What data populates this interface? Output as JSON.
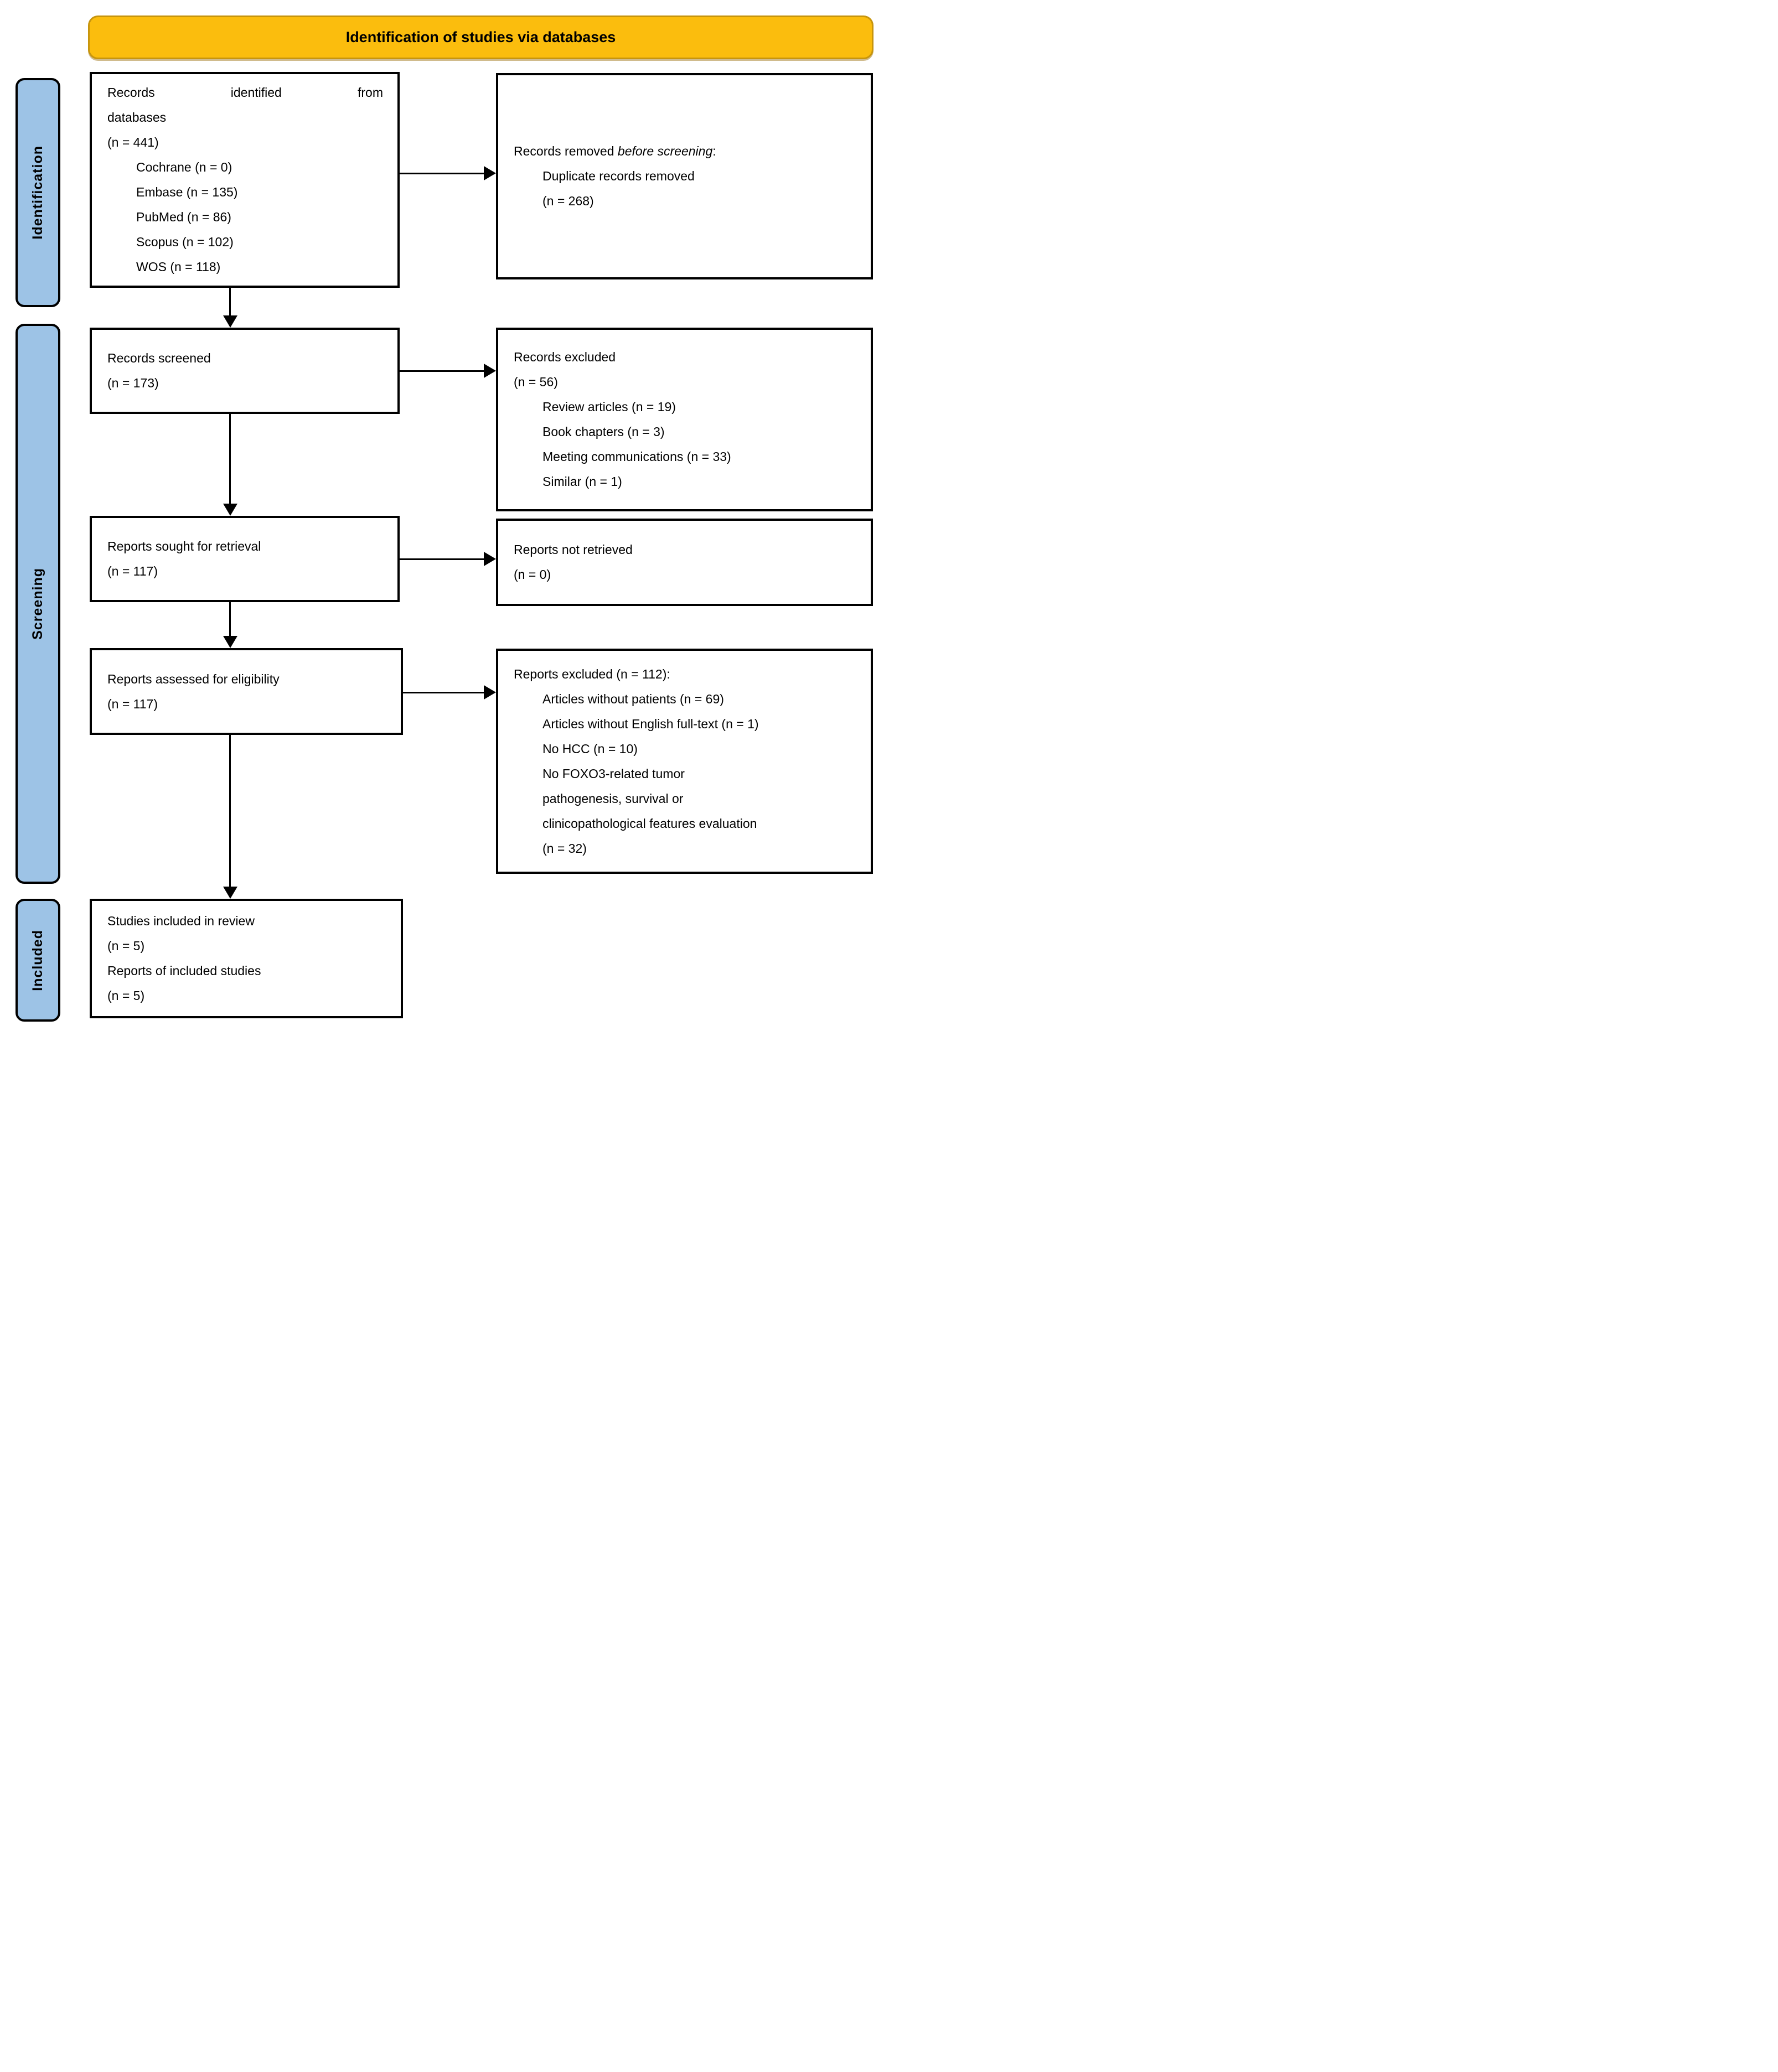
{
  "banner": {
    "title": "Identification of studies via databases"
  },
  "stages": {
    "identification": "Identification",
    "screening": "Screening",
    "included": "Included"
  },
  "boxes": {
    "records_identified": {
      "title_line1_words": [
        "Records",
        "identified",
        "from"
      ],
      "title_line2": "databases",
      "count": "(n = 441)",
      "sources": [
        "Cochrane (n = 0)",
        "Embase (n = 135)",
        "PubMed (n = 86)",
        "Scopus (n = 102)",
        "WOS (n = 118)"
      ]
    },
    "records_removed": {
      "title_prefix": "Records removed ",
      "title_italic": "before screening",
      "title_suffix": ":",
      "details": [
        "Duplicate records removed",
        "(n = 268)"
      ]
    },
    "records_screened": {
      "lines": [
        "Records screened",
        "(n = 173)"
      ]
    },
    "records_excluded": {
      "title": "Records excluded",
      "count": "(n = 56)",
      "reasons": [
        "Review articles (n = 19)",
        "Book chapters (n = 3)",
        "Meeting communications (n = 33)",
        "Similar (n = 1)"
      ]
    },
    "reports_sought": {
      "lines": [
        "Reports sought for retrieval",
        "(n = 117)"
      ]
    },
    "reports_not_retrieved": {
      "lines": [
        "Reports not retrieved",
        "(n = 0)"
      ]
    },
    "reports_assessed": {
      "lines": [
        "Reports assessed for eligibility",
        "(n = 117)"
      ]
    },
    "reports_excluded": {
      "title": "Reports excluded (n = 112):",
      "reason_lines": [
        "Articles without patients (n = 69)",
        "Articles without English full-text (n = 1)",
        "No HCC (n = 10)",
        "No FOXO3-related tumor",
        "pathogenesis, survival or",
        "clinicopathological features evaluation",
        "(n = 32)"
      ]
    },
    "studies_included": {
      "lines": [
        "Studies included in review",
        "(n = 5)",
        "Reports of included studies",
        "(n = 5)"
      ]
    }
  },
  "colors": {
    "banner_fill": "#FBBD0D",
    "banner_border": "#C7950D",
    "stage_fill": "#9DC3E6",
    "box_border": "#000000",
    "text": "#000000"
  }
}
